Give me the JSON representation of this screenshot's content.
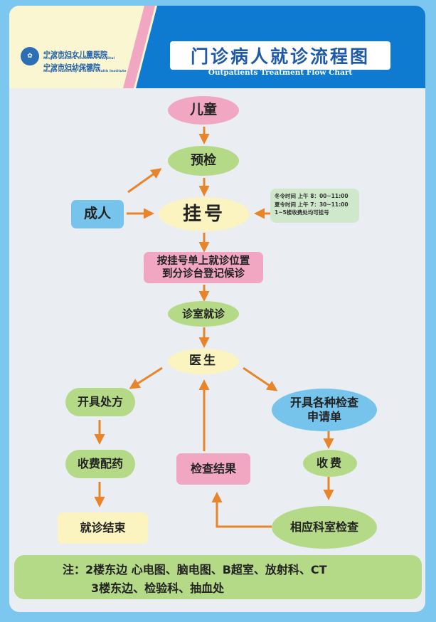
{
  "header": {
    "hospital_name_1": "宁波市妇女儿童医院",
    "hospital_name_1_en": "Ningbo Women & Children's Hospital",
    "hospital_name_2": "宁波市妇幼保健院",
    "hospital_name_2_en": "Ningbo Maternity & Infant Health Institute",
    "title": "门诊病人就诊流程图",
    "subtitle": "Outpatients Treatment Flow Chart",
    "logo_text": "",
    "colors": {
      "banner": "#0e7bd0",
      "title": "#1f5aa6",
      "stripe_pink": "#f1a7c2"
    }
  },
  "nodes": {
    "child": "儿童",
    "precheck": "预检",
    "adult": "成人",
    "register": "挂号",
    "go_to_clinic": [
      "按挂号单上就诊位置",
      "到分诊台登记候诊"
    ],
    "consult_room": "诊室就诊",
    "doctor": "医生",
    "prescription": "开具处方",
    "exam_request": [
      "开具各种检查",
      "申请单"
    ],
    "pay_medicine": "收费配药",
    "exam_result": "检查结果",
    "pay": "收费",
    "end": "就诊结束",
    "dept_exam": "相应科室检查"
  },
  "hours_note": [
    "冬令时间  上午 8：00~11:00",
    "夏令时间  上午 7：30~11:00",
    "1~5楼收费处均可挂号"
  ],
  "footnote": {
    "line1": "注：2楼东边    心电图、脑电图、B超室、放射科、CT",
    "line2": "3楼东边、检验科、抽血处"
  },
  "colors": {
    "arrow": "#e8842a",
    "pink": "#f1a7c2",
    "green": "#b5da87",
    "yellow": "#fbf3c0",
    "blue": "#76c4ec"
  }
}
